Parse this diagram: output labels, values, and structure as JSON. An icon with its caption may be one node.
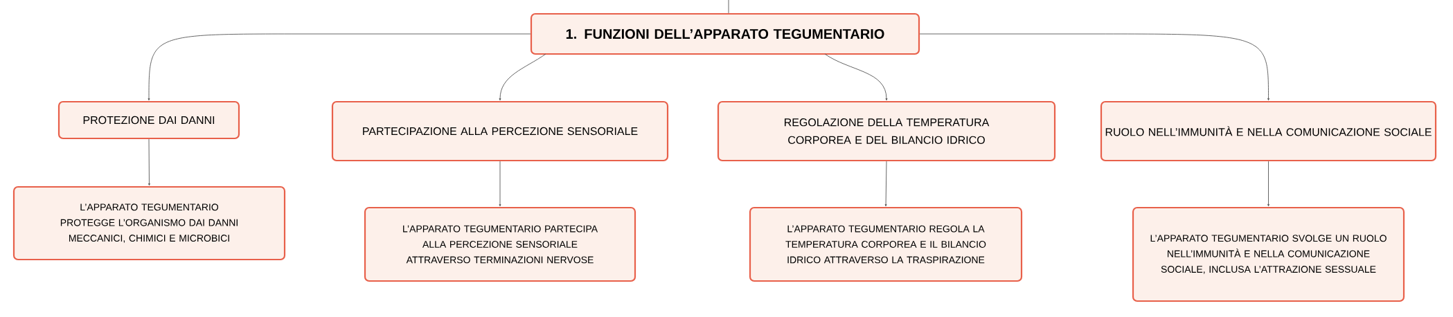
{
  "diagram": {
    "nodes": [
      {
        "text": [
          "1. FUNZIONI DELL’APPARATO TEGUMENTARIO"
        ]
      },
      {
        "text": [
          "PROTEZIONE DAI DANNI"
        ]
      },
      {
        "text": [
          "PARTECIPAZIONE ALLA PERCEZIONE SENSORIALE"
        ]
      },
      {
        "text": [
          "REGOLAZIONE DELLA TEMPERATURA CORPOREA E DEL BILANCIO IDRICO"
        ]
      },
      {
        "text": [
          "RUOLO NELL’IMMUNITÀ E NELLA COMUNICAZIONE SOCIALE"
        ]
      },
      {
        "text": [
          "L’APPARATO TEGUMENTARIO PROTEGGE L’ORGANISMO DAI DANNI MECCANICI, CHIMICI E MICROBICI"
        ]
      },
      {
        "text": [
          "L’APPARATO TEGUMENTARIO PARTECIPA ALLA PERCEZIONE SENSORIALE ATTRAVERSO TERMINAZIONI NERVOSE"
        ]
      },
      {
        "text": [
          "L’APPARATO TEGUMENTARIO REGOLA LA TEMPERATURA CORPOREA E IL BILANCIO IDRICO ATTRAVERSO LA TRASPIRAZIONE"
        ]
      },
      {
        "text": [
          "L’APPARATO TEGUMENTARIO SVOLGE UN RUOLO NELL’IMMUNITÀ E NELLA COMUNICAZIONE SOCIALE, INCLUSA L’ATTRAZIONE SESSUALE"
        ]
      }
    ],
    "edges": [
      {
        "from": null,
        "to": 0,
        "arrow": "none"
      },
      {
        "from": 0,
        "to": 1,
        "arrow": "to"
      },
      {
        "from": 0,
        "to": 2,
        "arrow": "to"
      },
      {
        "from": 0,
        "to": 3,
        "arrow": "to"
      },
      {
        "from": 0,
        "to": 4,
        "arrow": "to"
      },
      {
        "from": 1,
        "to": 5,
        "arrow": "to"
      },
      {
        "from": 2,
        "to": 6,
        "arrow": "to"
      },
      {
        "from": 3,
        "to": 7,
        "arrow": "to"
      },
      {
        "from": 4,
        "to": 8,
        "arrow": "to"
      }
    ]
  }
}
